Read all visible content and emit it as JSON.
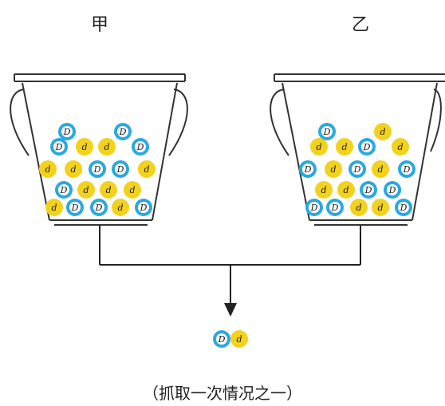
{
  "labels": {
    "left": "甲",
    "right": "乙"
  },
  "caption": "（抓取一次情况之一）",
  "ball_letters": {
    "big": "D",
    "small": "d"
  },
  "colors": {
    "blue_ball": "#29a9e0",
    "yellow_ball": "#f3d21d",
    "bucket_outline": "#333333",
    "line": "#222222"
  },
  "buckets": [
    {
      "name": "甲",
      "balls": [
        "D",
        "D",
        "D",
        "d",
        "d",
        "D",
        "d",
        "d",
        "D",
        "D",
        "d",
        "D",
        "d",
        "d",
        "d",
        "d",
        "D",
        "D",
        "d",
        "D"
      ]
    },
    {
      "name": "乙",
      "balls": [
        "D",
        "d",
        "d",
        "d",
        "D",
        "d",
        "D",
        "d",
        "D",
        "d",
        "D",
        "d",
        "d",
        "D",
        "D",
        "D",
        "D",
        "d",
        "d",
        "D"
      ]
    }
  ],
  "result": [
    "D",
    "d"
  ]
}
